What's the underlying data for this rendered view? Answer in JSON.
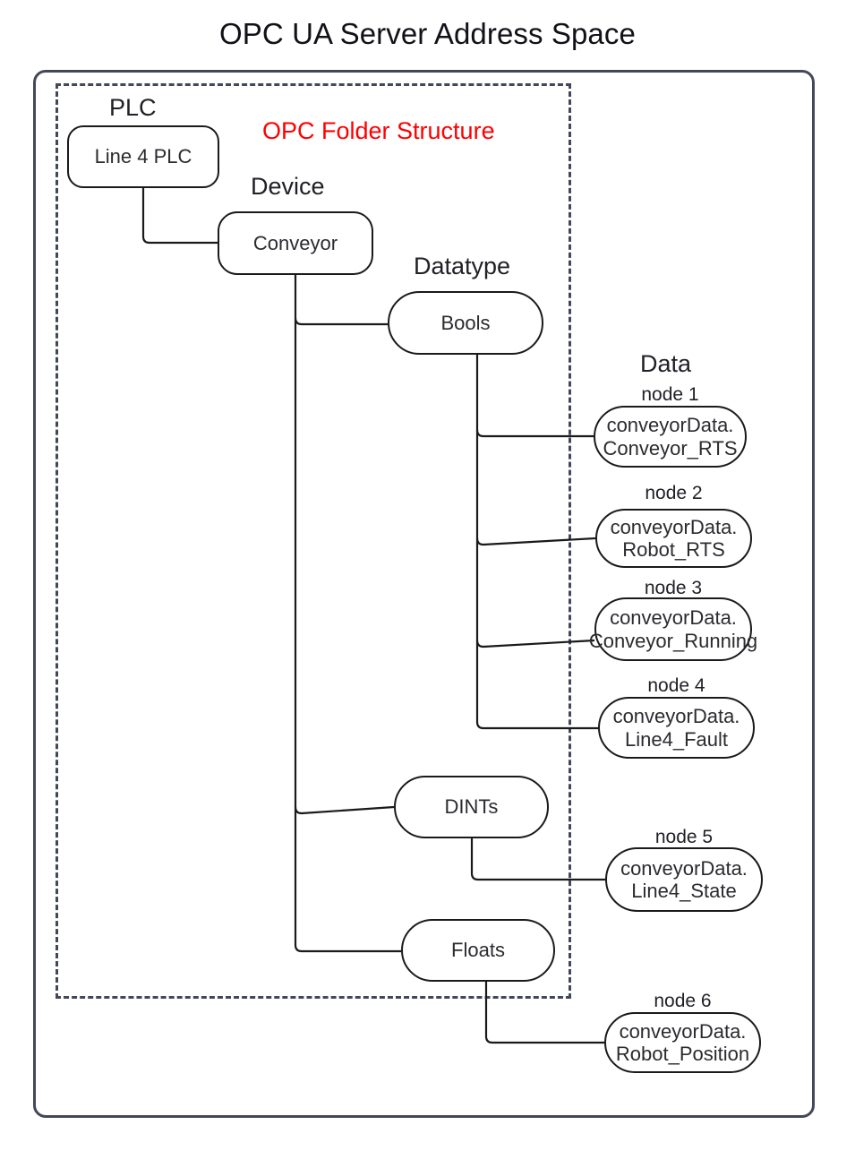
{
  "title": "OPC UA Server Address Space",
  "colors": {
    "accent": "#ff0000",
    "frame": "#42485a",
    "node_border": "#1a1a1a",
    "text": "#202027",
    "background": "#ffffff"
  },
  "folder_box": {
    "caption": "OPC Folder Structure"
  },
  "captions": {
    "plc": "PLC",
    "device": "Device",
    "datatype": "Datatype",
    "data": "Data"
  },
  "nodes": {
    "plc": {
      "label": "Line 4 PLC"
    },
    "device": {
      "label": "Conveyor"
    },
    "bools": {
      "label": "Bools"
    },
    "dints": {
      "label": "DINTs"
    },
    "floats": {
      "label": "Floats"
    }
  },
  "data_nodes": [
    {
      "caption": "node 1",
      "line1": "conveyorData.",
      "line2": "Conveyor_RTS"
    },
    {
      "caption": "node 2",
      "line1": "conveyorData.",
      "line2": "Robot_RTS"
    },
    {
      "caption": "node 3",
      "line1": "conveyorData.",
      "line2": "Conveyor_Running"
    },
    {
      "caption": "node 4",
      "line1": "conveyorData.",
      "line2": "Line4_Fault"
    },
    {
      "caption": "node 5",
      "line1": "conveyorData.",
      "line2": "Line4_State"
    },
    {
      "caption": "node 6",
      "line1": "conveyorData.",
      "line2": "Robot_Position"
    }
  ]
}
